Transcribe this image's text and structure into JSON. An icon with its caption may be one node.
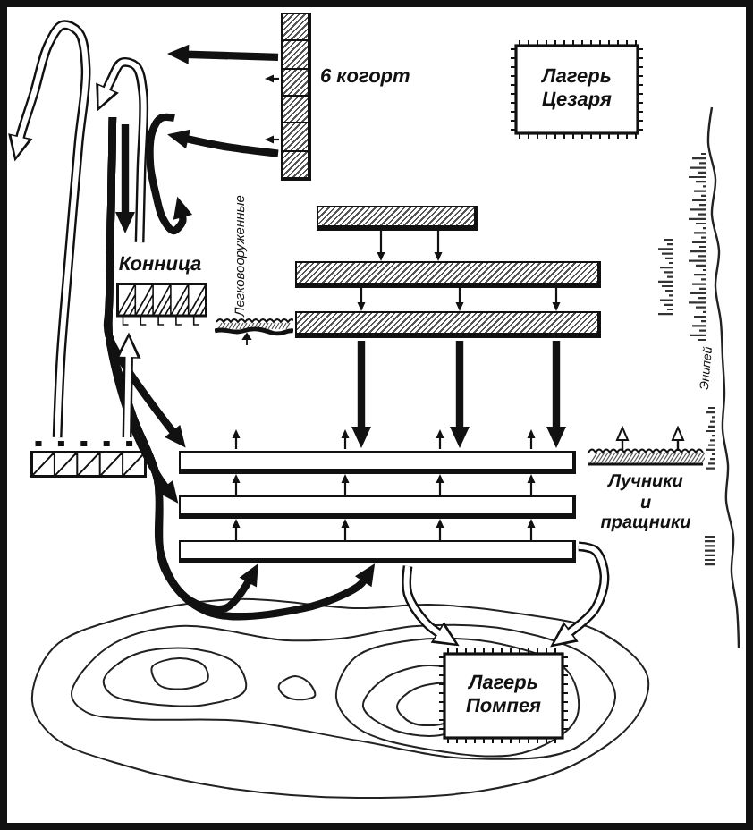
{
  "diagram": {
    "nodes": [
      {
        "text": [],
        "shape": "box",
        "beside": [
          "6 когорт"
        ]
      },
      {
        "text": [
          "Лагерь Цезаря"
        ]
      },
      {
        "text": [],
        "shape": "bar"
      },
      {
        "text": [],
        "shape": "bar"
      },
      {
        "text": [],
        "shape": "bar"
      },
      {
        "text": [
          "Конница"
        ]
      },
      {
        "text": [
          "Легковооруженные"
        ]
      },
      {
        "text": [],
        "shape": "box"
      },
      {
        "text": [],
        "shape": "bar"
      },
      {
        "text": [],
        "shape": "bar"
      },
      {
        "text": [],
        "shape": "bar"
      },
      {
        "text": [
          "Лучники и пращники"
        ]
      },
      {
        "text": [
          "Лагерь Помпея"
        ]
      }
    ],
    "edges": [
      {
        "from": 0,
        "to": null,
        "arrow": "to",
        "style": "thick"
      },
      {
        "from": 0,
        "to": null,
        "arrow": "to",
        "style": "thick"
      },
      {
        "from": null,
        "to": 8,
        "arrow": "to",
        "style": "thick"
      },
      {
        "from": null,
        "to": 9,
        "arrow": "to",
        "style": "thick"
      },
      {
        "from": null,
        "to": 10,
        "arrow": "to",
        "style": "thick"
      },
      {
        "from": null,
        "to": 10,
        "arrow": "to",
        "style": "thick"
      },
      {
        "from": 7,
        "to": null,
        "arrow": "to",
        "style": "thick"
      },
      {
        "from": 7,
        "to": 5,
        "arrow": "to",
        "style": "thick"
      },
      {
        "from": 2,
        "to": 3,
        "arrow": "to"
      },
      {
        "from": 2,
        "to": 3,
        "arrow": "to"
      },
      {
        "from": 3,
        "to": 4,
        "arrow": "to"
      },
      {
        "from": 3,
        "to": 4,
        "arrow": "to"
      },
      {
        "from": 3,
        "to": 4,
        "arrow": "to"
      },
      {
        "from": 4,
        "to": 8,
        "arrow": "to",
        "style": "thick"
      },
      {
        "from": 4,
        "to": 8,
        "arrow": "to",
        "style": "thick"
      },
      {
        "from": 4,
        "to": 8,
        "arrow": "to",
        "style": "thick"
      },
      {
        "from": 9,
        "to": 8,
        "arrow": "to"
      },
      {
        "from": 9,
        "to": 8,
        "arrow": "to"
      },
      {
        "from": 9,
        "to": 8,
        "arrow": "to"
      },
      {
        "from": 9,
        "to": 8,
        "arrow": "to"
      },
      {
        "from": 10,
        "to": 9,
        "arrow": "to"
      },
      {
        "from": 10,
        "to": 9,
        "arrow": "to"
      },
      {
        "from": 10,
        "to": 9,
        "arrow": "to"
      },
      {
        "from": 10,
        "to": 9,
        "arrow": "to"
      },
      {
        "from": 10,
        "to": 12,
        "arrow": "to",
        "style": "thick"
      },
      {
        "from": 10,
        "to": 12,
        "arrow": "to",
        "style": "thick"
      }
    ],
    "labels": [
      "Энипей"
    ]
  }
}
